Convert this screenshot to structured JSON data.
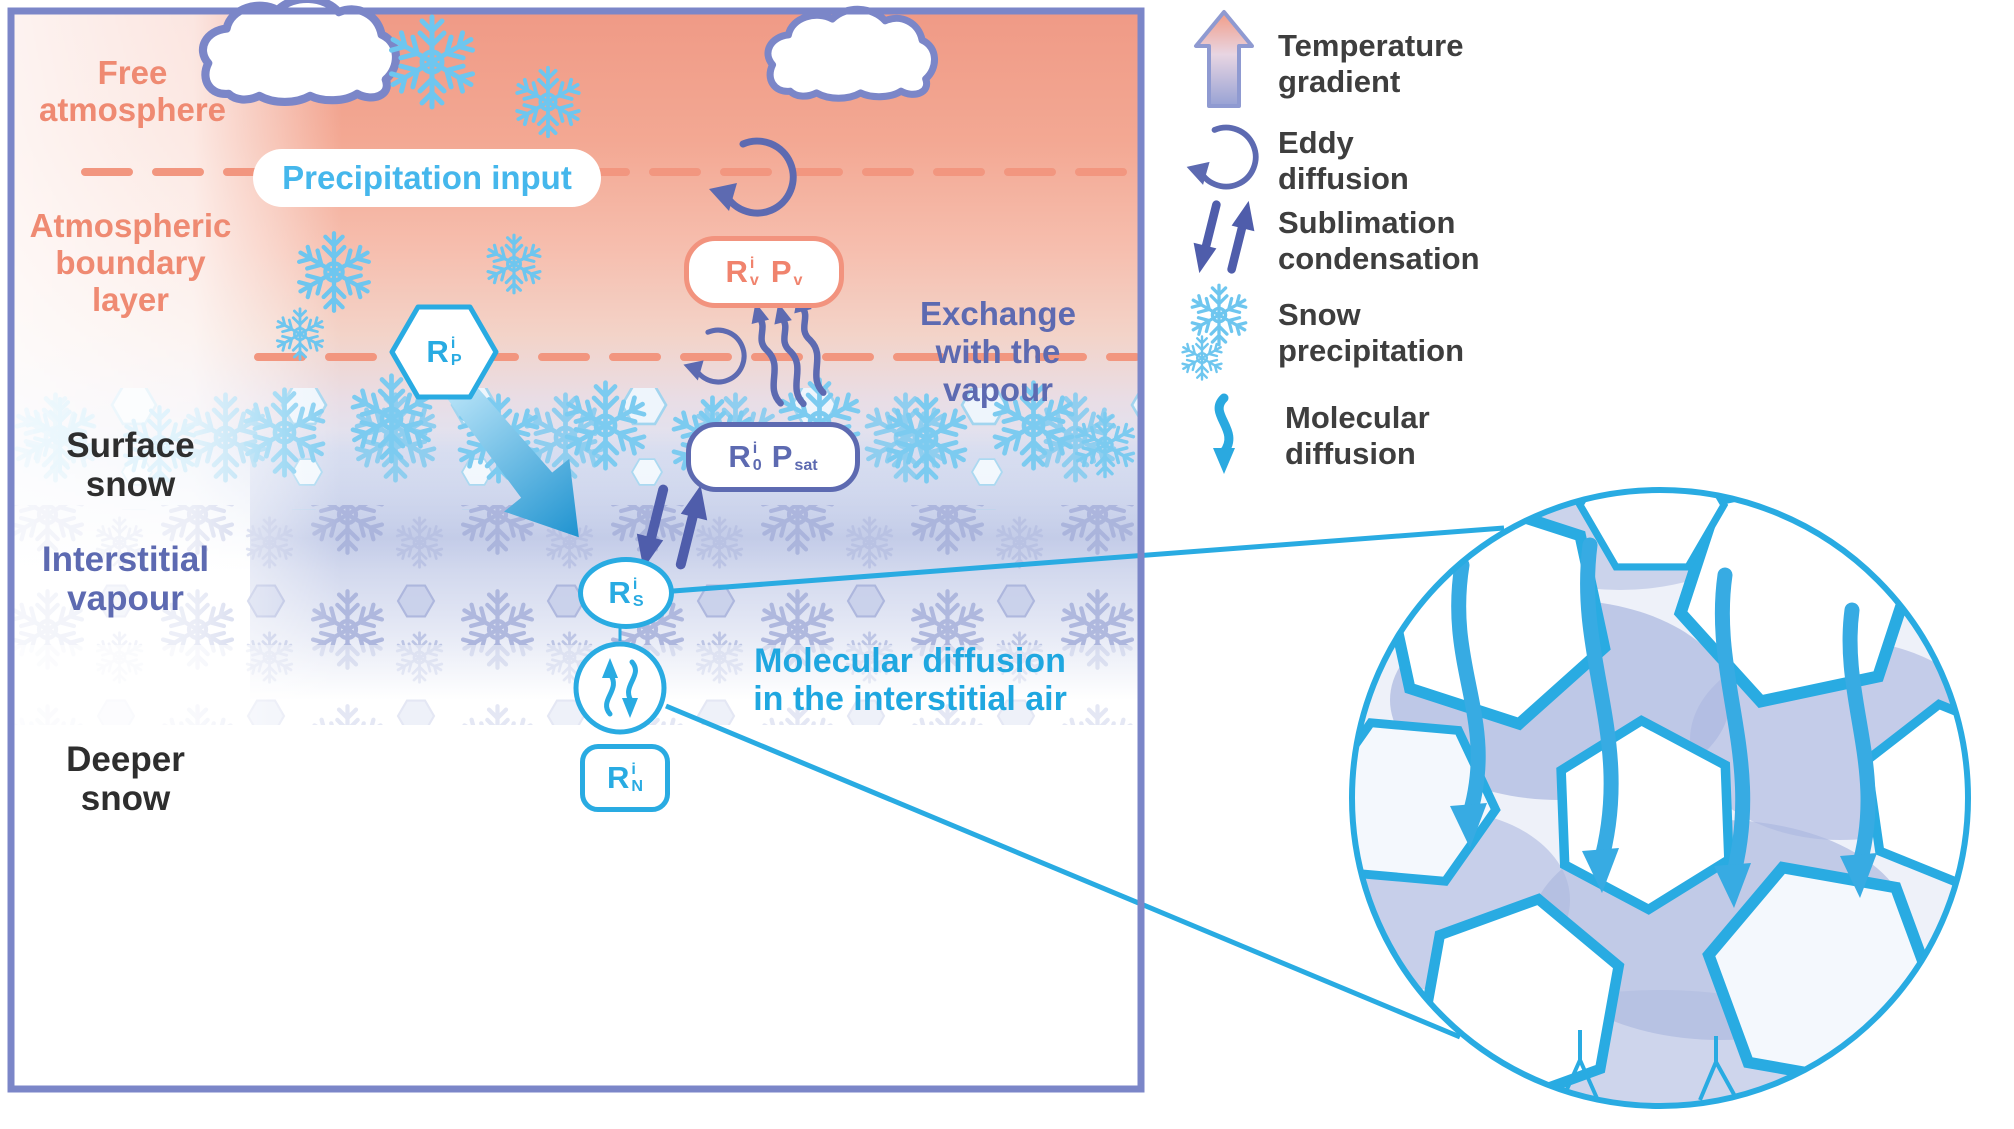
{
  "title": "Snow and atmosphere water vapour exchange diagram",
  "colors": {
    "box_border": "#7b86c8",
    "salmon_text": "#ef8a72",
    "salmon_line": "#f2967f",
    "purple": "#5d6ab1",
    "cyan": "#29abe2",
    "lavender": "#a9b3da",
    "dark_text": "#3e3e3e"
  },
  "layers": {
    "free_atmosphere": "Free\natmosphere",
    "atmospheric_boundary_layer": "Atmospheric\nboundary\nlayer",
    "surface_snow": "Surface\nsnow",
    "interstitial_vapour": "Interstitial\nvapour",
    "deeper_snow": "Deeper\nsnow"
  },
  "callouts": {
    "precipitation_input": "Precipitation input",
    "exchange_with_vapour": "Exchange\nwith the\nvapour",
    "molecular_diffusion_air": "Molecular diffusion\nin the interstitial air"
  },
  "symbols": {
    "rp": {
      "base": "R",
      "sup": "i",
      "sub": "P"
    },
    "rv": {
      "base": "R",
      "sup": "i",
      "sub": "v"
    },
    "pv": {
      "base": "P",
      "sup": "",
      "sub": "v"
    },
    "r0": {
      "base": "R",
      "sup": "i",
      "sub": "0"
    },
    "psat": {
      "base": "P",
      "sup": "",
      "sub": "sat"
    },
    "rs": {
      "base": "R",
      "sup": "i",
      "sub": "S"
    },
    "rn": {
      "base": "R",
      "sup": "i",
      "sub": "N"
    }
  },
  "legend": {
    "items": [
      {
        "icon": "temperature-gradient-icon",
        "label": "Temperature\ngradient"
      },
      {
        "icon": "eddy-diffusion-icon",
        "label": "Eddy\ndiffusion"
      },
      {
        "icon": "sublimation-condensation-icon",
        "label": "Sublimation\ncondensation"
      },
      {
        "icon": "snow-precipitation-icon",
        "label": "Snow\nprecipitation"
      },
      {
        "icon": "molecular-diffusion-icon",
        "label": "Molecular\ndiffusion"
      }
    ]
  }
}
